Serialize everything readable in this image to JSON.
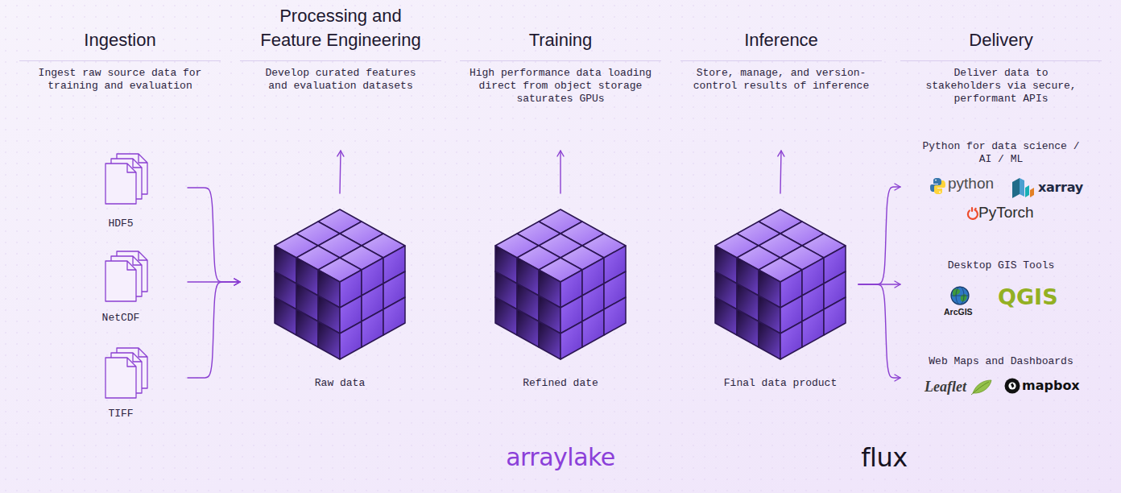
{
  "diagram": {
    "nodes": [
      {
        "text": [
          "Ingestion",
          "Ingest raw source data for training and evaluation"
        ]
      },
      {
        "text": [
          "Processing and Feature Engineering",
          "Develop curated features and evaluation datasets"
        ]
      },
      {
        "text": [
          "Training",
          "High performance data loading direct from object storage saturates GPUs"
        ]
      },
      {
        "text": [
          "Inference",
          "Store, manage, and version-control results of inference"
        ]
      },
      {
        "text": [
          "Delivery",
          "Deliver data to stakeholders via secure, performant APIs"
        ]
      },
      {
        "text": [
          "HDF5"
        ]
      },
      {
        "text": [
          "NetCDF"
        ]
      },
      {
        "text": [
          "TIFF"
        ]
      },
      {
        "text": [
          "Raw data"
        ]
      },
      {
        "text": [
          "Refined date"
        ]
      },
      {
        "text": [
          "Final data product"
        ]
      },
      {
        "text": [
          "Python for data science / AI / ML",
          "python",
          "xarray",
          "PyTorch"
        ]
      },
      {
        "text": [
          "Desktop GIS Tools",
          "ArcGIS",
          "QGIS"
        ]
      },
      {
        "text": [
          "Web Maps and Dashboards",
          "Leaflet",
          "mapbox"
        ]
      }
    ],
    "edges": [
      {
        "from": 5,
        "to": 8,
        "arrow": "to"
      },
      {
        "from": 6,
        "to": 8,
        "arrow": "to"
      },
      {
        "from": 7,
        "to": 8,
        "arrow": "to"
      },
      {
        "from": 8,
        "to": 1,
        "arrow": "to"
      },
      {
        "from": 9,
        "to": 2,
        "arrow": "to"
      },
      {
        "from": 10,
        "to": 3,
        "arrow": "to"
      },
      {
        "from": 10,
        "to": 11,
        "arrow": "to"
      },
      {
        "from": 10,
        "to": 12,
        "arrow": "to"
      },
      {
        "from": 10,
        "to": 13,
        "arrow": "to"
      }
    ],
    "labels": [
      "arraylake",
      "flux"
    ]
  }
}
